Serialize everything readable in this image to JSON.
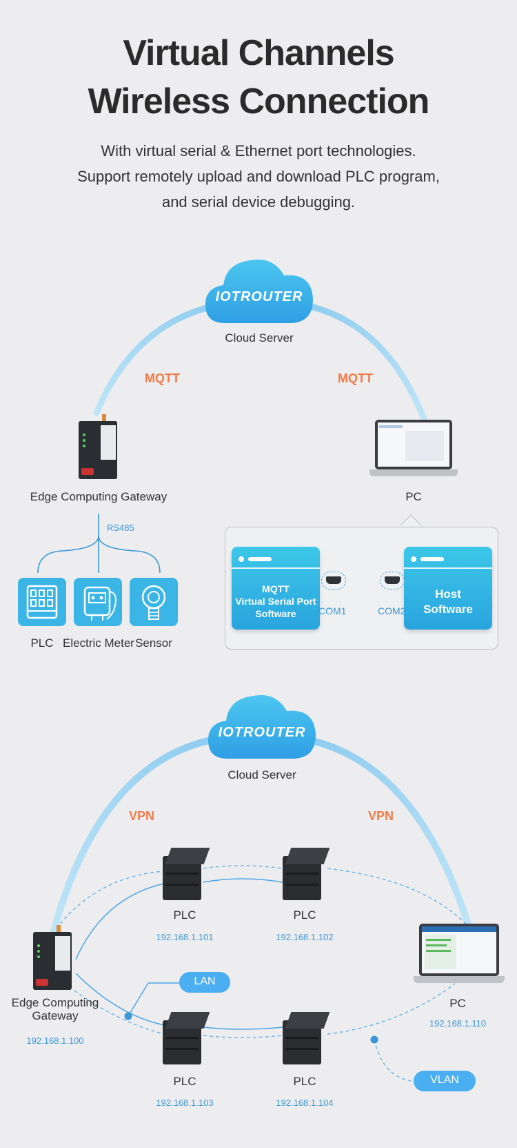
{
  "header": {
    "title_line1": "Virtual Channels",
    "title_line2": "Wireless Connection",
    "desc_line1": "With virtual serial & Ethernet port technologies.",
    "desc_line2": "Support remotely upload and download PLC program,",
    "desc_line3": "and serial device debugging."
  },
  "diagram1": {
    "cloud_brand": "IOTROUTER",
    "cloud_label": "Cloud Server",
    "left_protocol": "MQTT",
    "right_protocol": "MQTT",
    "gateway_label": "Edge Computing Gateway",
    "pc_label": "PC",
    "bus_label": "RS485",
    "devices": [
      {
        "label": "PLC",
        "icon": "plc-icon"
      },
      {
        "label": "Electric Meter",
        "icon": "electric-meter-icon"
      },
      {
        "label": "Sensor",
        "icon": "sensor-icon"
      }
    ],
    "software_left": [
      "MQTT",
      "Virtual Serial Port",
      "Software"
    ],
    "software_right": [
      "Host",
      "Software"
    ],
    "com1": "COM1",
    "com2": "COM2"
  },
  "diagram2": {
    "cloud_brand": "IOTROUTER",
    "cloud_label": "Cloud Server",
    "left_protocol": "VPN",
    "right_protocol": "VPN",
    "gateway_label_line1": "Edge Computing",
    "gateway_label_line2": "Gateway",
    "gateway_ip": "192.168.1.100",
    "pc_label": "PC",
    "pc_ip": "192.168.1.110",
    "plcs": [
      {
        "label": "PLC",
        "ip": "192.168.1.101"
      },
      {
        "label": "PLC",
        "ip": "192.168.1.102"
      },
      {
        "label": "PLC",
        "ip": "192.168.1.103"
      },
      {
        "label": "PLC",
        "ip": "192.168.1.104"
      }
    ],
    "lan_label": "LAN",
    "vlan_label": "VLAN"
  },
  "colors": {
    "accent_orange": "#f07b47",
    "accent_blue": "#3a97d8",
    "tile_blue": "#3ab5e6",
    "background": "#ededef"
  }
}
